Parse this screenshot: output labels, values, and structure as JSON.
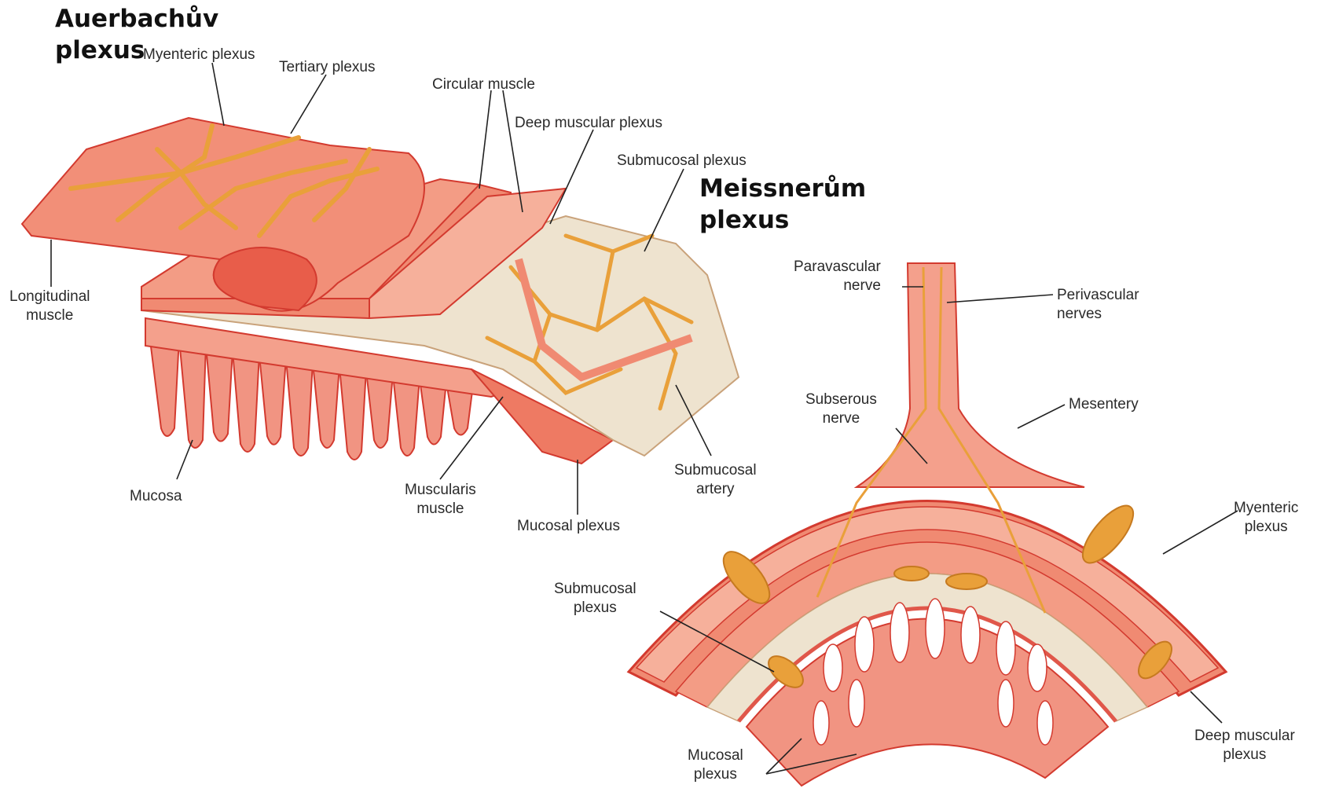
{
  "overlay": {
    "auerbach": [
      "Auerbachův",
      "plexus"
    ],
    "meissner": [
      "Meissnerům",
      "plexus"
    ]
  },
  "left_diagram": {
    "myenteric_plexus": "Myenteric plexus",
    "tertiary_plexus": "Tertiary plexus",
    "circular_muscle": "Circular muscle",
    "deep_muscular_plexus": "Deep muscular plexus",
    "submucosal_plexus": "Submucosal plexus",
    "longitudinal_muscle": [
      "Longitudinal",
      "muscle"
    ],
    "mucosa": "Mucosa",
    "muscularis_muscle": [
      "Muscularis",
      "muscle"
    ],
    "mucosal_plexus": "Mucosal plexus",
    "submucosal_artery": [
      "Submucosal",
      "artery"
    ]
  },
  "right_diagram": {
    "paravascular_nerve": [
      "Paravascular",
      "nerve"
    ],
    "perivascular_nerves": [
      "Perivascular",
      "nerves"
    ],
    "subserous_nerve": [
      "Subserous",
      "nerve"
    ],
    "mesentery": "Mesentery",
    "myenteric_plexus": [
      "Myenteric",
      "plexus"
    ],
    "submucosal_plexus": [
      "Submucosal",
      "plexus"
    ],
    "mucosal_plexus": [
      "Mucosal",
      "plexus"
    ],
    "deep_muscular_plexus": [
      "Deep muscular",
      "plexus"
    ]
  },
  "colors": {
    "muscle": "#f08a72",
    "muscle_dark": "#e0574a",
    "muscle_light": "#f7b49e",
    "outline": "#d33a2f",
    "submucosa": "#eee3cf",
    "plexus": "#e9a03a",
    "leader": "#222222"
  }
}
